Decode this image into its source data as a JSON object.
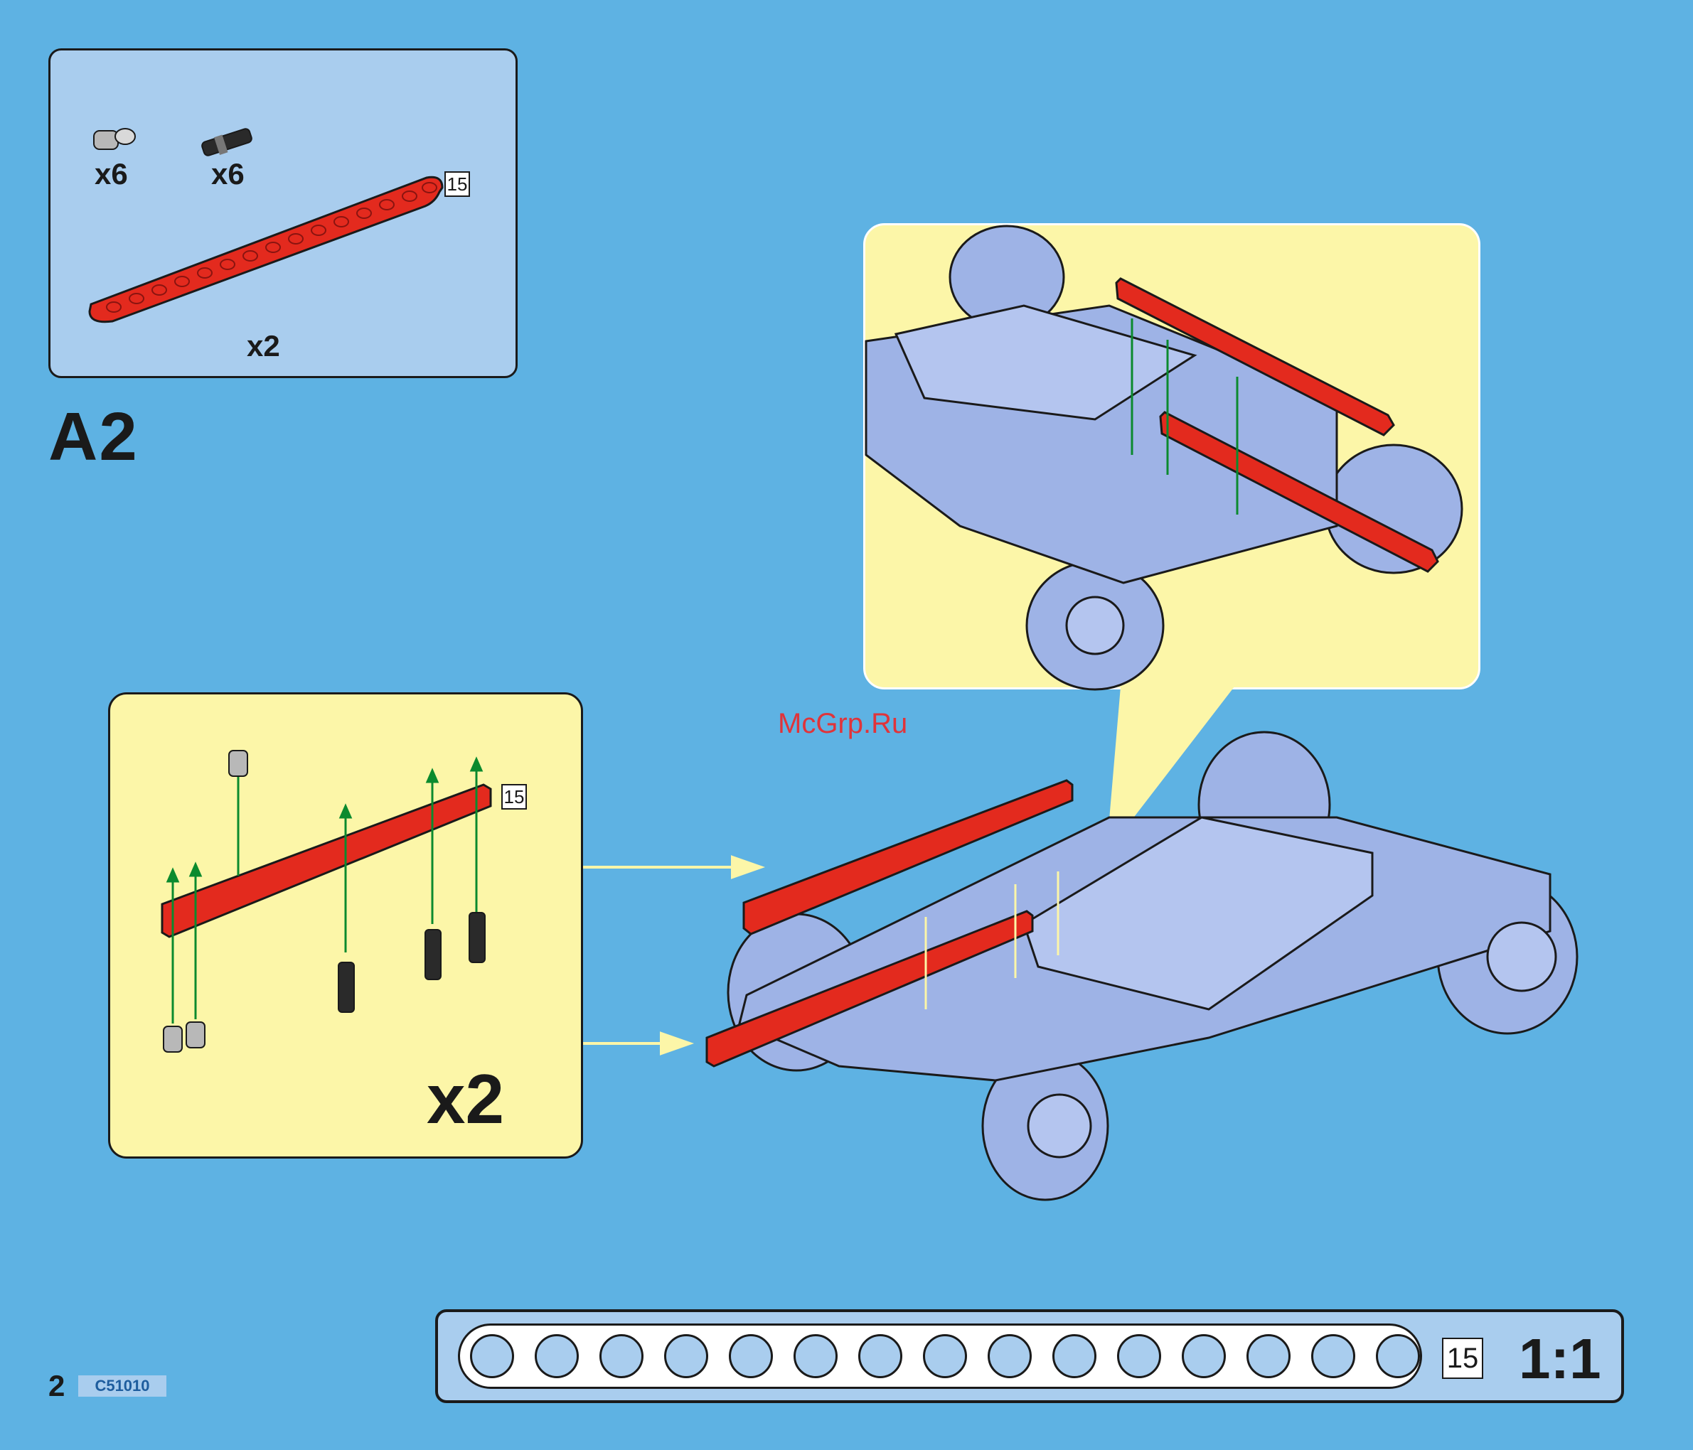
{
  "parts": {
    "connector_pin_qty": "x6",
    "axle_pin_qty": "x6",
    "beam_length": "15",
    "beam_qty": "x2"
  },
  "step": {
    "label": "A2"
  },
  "subassembly": {
    "beam_length": "15",
    "repeat": "x2"
  },
  "ruler": {
    "beam_length": "15",
    "scale": "1:1",
    "hole_count": 15
  },
  "footer": {
    "page_number": "2",
    "model_code": "C51010"
  },
  "watermark": "McGrp.Ru",
  "colors": {
    "background": "#5eb2e3",
    "beam": "#e32a1e",
    "chassis": "#9eb3e6",
    "callout": "#fcf6a8",
    "guide_arrow": "#0b8a2e",
    "assembly_arrow": "#fcf6a8"
  }
}
